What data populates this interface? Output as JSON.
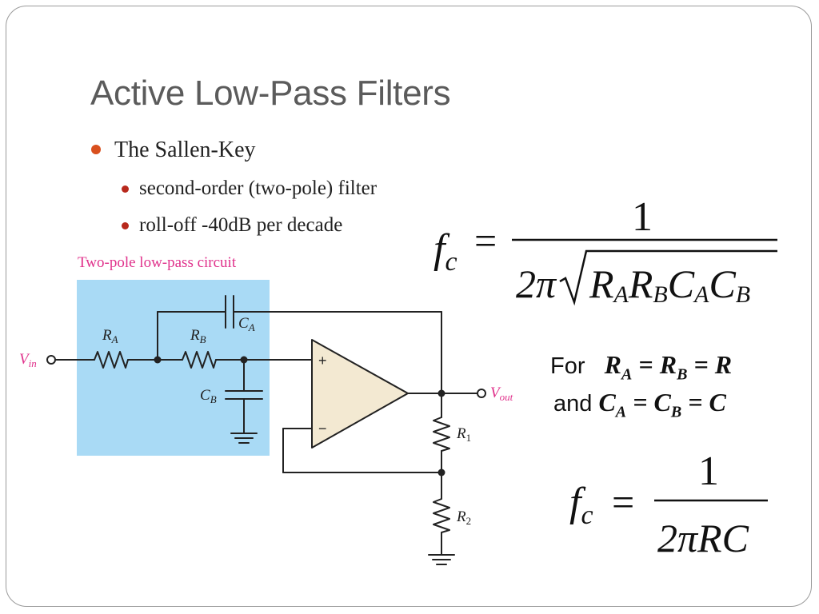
{
  "slide": {
    "title": "Active Low-Pass Filters",
    "bullets": [
      {
        "text": "The Sallen-Key",
        "level": 1
      },
      {
        "text": "second-order (two-pole) filter",
        "level": 2
      },
      {
        "text": "roll-off -40dB per decade",
        "level": 2
      }
    ]
  },
  "circuit": {
    "caption": "Two-pole low-pass circuit",
    "labels": {
      "vin": "V",
      "vin_sub": "in",
      "vout": "V",
      "vout_sub": "out",
      "ra": "R",
      "ra_sub": "A",
      "rb": "R",
      "rb_sub": "B",
      "ca": "C",
      "ca_sub": "A",
      "cb": "C",
      "cb_sub": "B",
      "r1": "R",
      "r1_sub": "1",
      "r2": "R",
      "r2_sub": "2",
      "plus": "+",
      "minus": "−"
    }
  },
  "equations": {
    "general": {
      "lhs": "f",
      "lhs_sub": "c",
      "eq": "=",
      "numerator": "1",
      "coef": "2π",
      "radicand": [
        "R",
        "A",
        "R",
        "B",
        "C",
        "A",
        "C",
        "B"
      ]
    },
    "condition": {
      "for": "For",
      "line1": {
        "a": "R",
        "a_sub": "A",
        "eq1": "=",
        "b": "R",
        "b_sub": "B",
        "eq2": "=",
        "c": "R"
      },
      "and": "and",
      "line2": {
        "a": "C",
        "a_sub": "A",
        "eq1": "=",
        "b": "C",
        "b_sub": "B",
        "eq2": "=",
        "c": "C"
      }
    },
    "simplified": {
      "lhs": "f",
      "lhs_sub": "c",
      "eq": "=",
      "numerator": "1",
      "denominator": "2πRC"
    }
  },
  "colors": {
    "accent_bullet": "#d9501e",
    "sub_bullet": "#b8291c",
    "caption": "#e0318b",
    "panel": "#a9daf5",
    "opamp_fill": "#f3e9d2"
  }
}
